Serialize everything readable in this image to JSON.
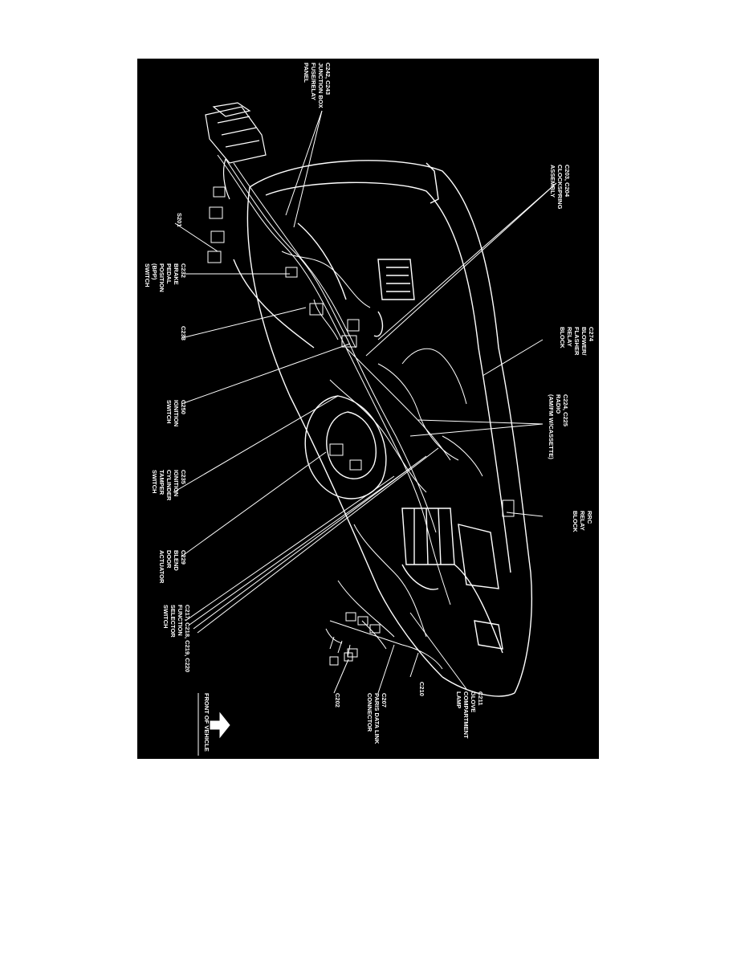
{
  "labels": {
    "c242": "C242, C243",
    "c242_l2": "JUNCTION BOX",
    "c242_l3": "FUSE/RELAY",
    "c242_l4": "PANEL",
    "c203": "C203, C204",
    "c203_l2": "CLOCKSPRING",
    "c203_l3": "ASSEMBLY",
    "s201": "S201",
    "c232": "C232",
    "c232_l2": "BRAKE",
    "c232_l3": "PEDAL",
    "c232_l4": "POSITION",
    "c232_l5": "(BPP)",
    "c232_l6": "SWITCH",
    "c233": "C233",
    "c274": "C274",
    "c274_l2": "BLOWER/",
    "c274_l3": "FLASHER",
    "c274_l4": "RELAY",
    "c274_l5": "BLOCK",
    "c250": "C250",
    "c250_l2": "IGNITION",
    "c250_l3": "SWITCH",
    "c224": "C224, C225",
    "c224_l2": "RADIO",
    "c224_l3": "(AM/FM W/CASSETTE)",
    "c235": "C235",
    "c235_l2": "IGNITION",
    "c235_l3": "CYLINDER",
    "c235_l4": "TAMPER",
    "c235_l5": "SWITCH",
    "rrc": "RRC",
    "rrc_l2": "RELAY",
    "rrc_l3": "BLOCK",
    "c229": "C229",
    "c229_l2": "BLEND",
    "c229_l3": "DOOR",
    "c229_l4": "ACTUATOR",
    "c217": "C217, C218, C219, C220",
    "c217_l2": "FUNCTION",
    "c217_l3": "SELECTOR",
    "c217_l4": "SWITCH",
    "c210": "C210",
    "c211": "C211",
    "c211_l2": "GLOVE",
    "c211_l3": "COMPARTMENT",
    "c211_l4": "LAMP",
    "c207": "C207",
    "c207_l2": "PARIS DATA LINK",
    "c207_l3": "CONNECTOR",
    "c202": "C202",
    "front": "FRONT OF VEHICLE"
  }
}
